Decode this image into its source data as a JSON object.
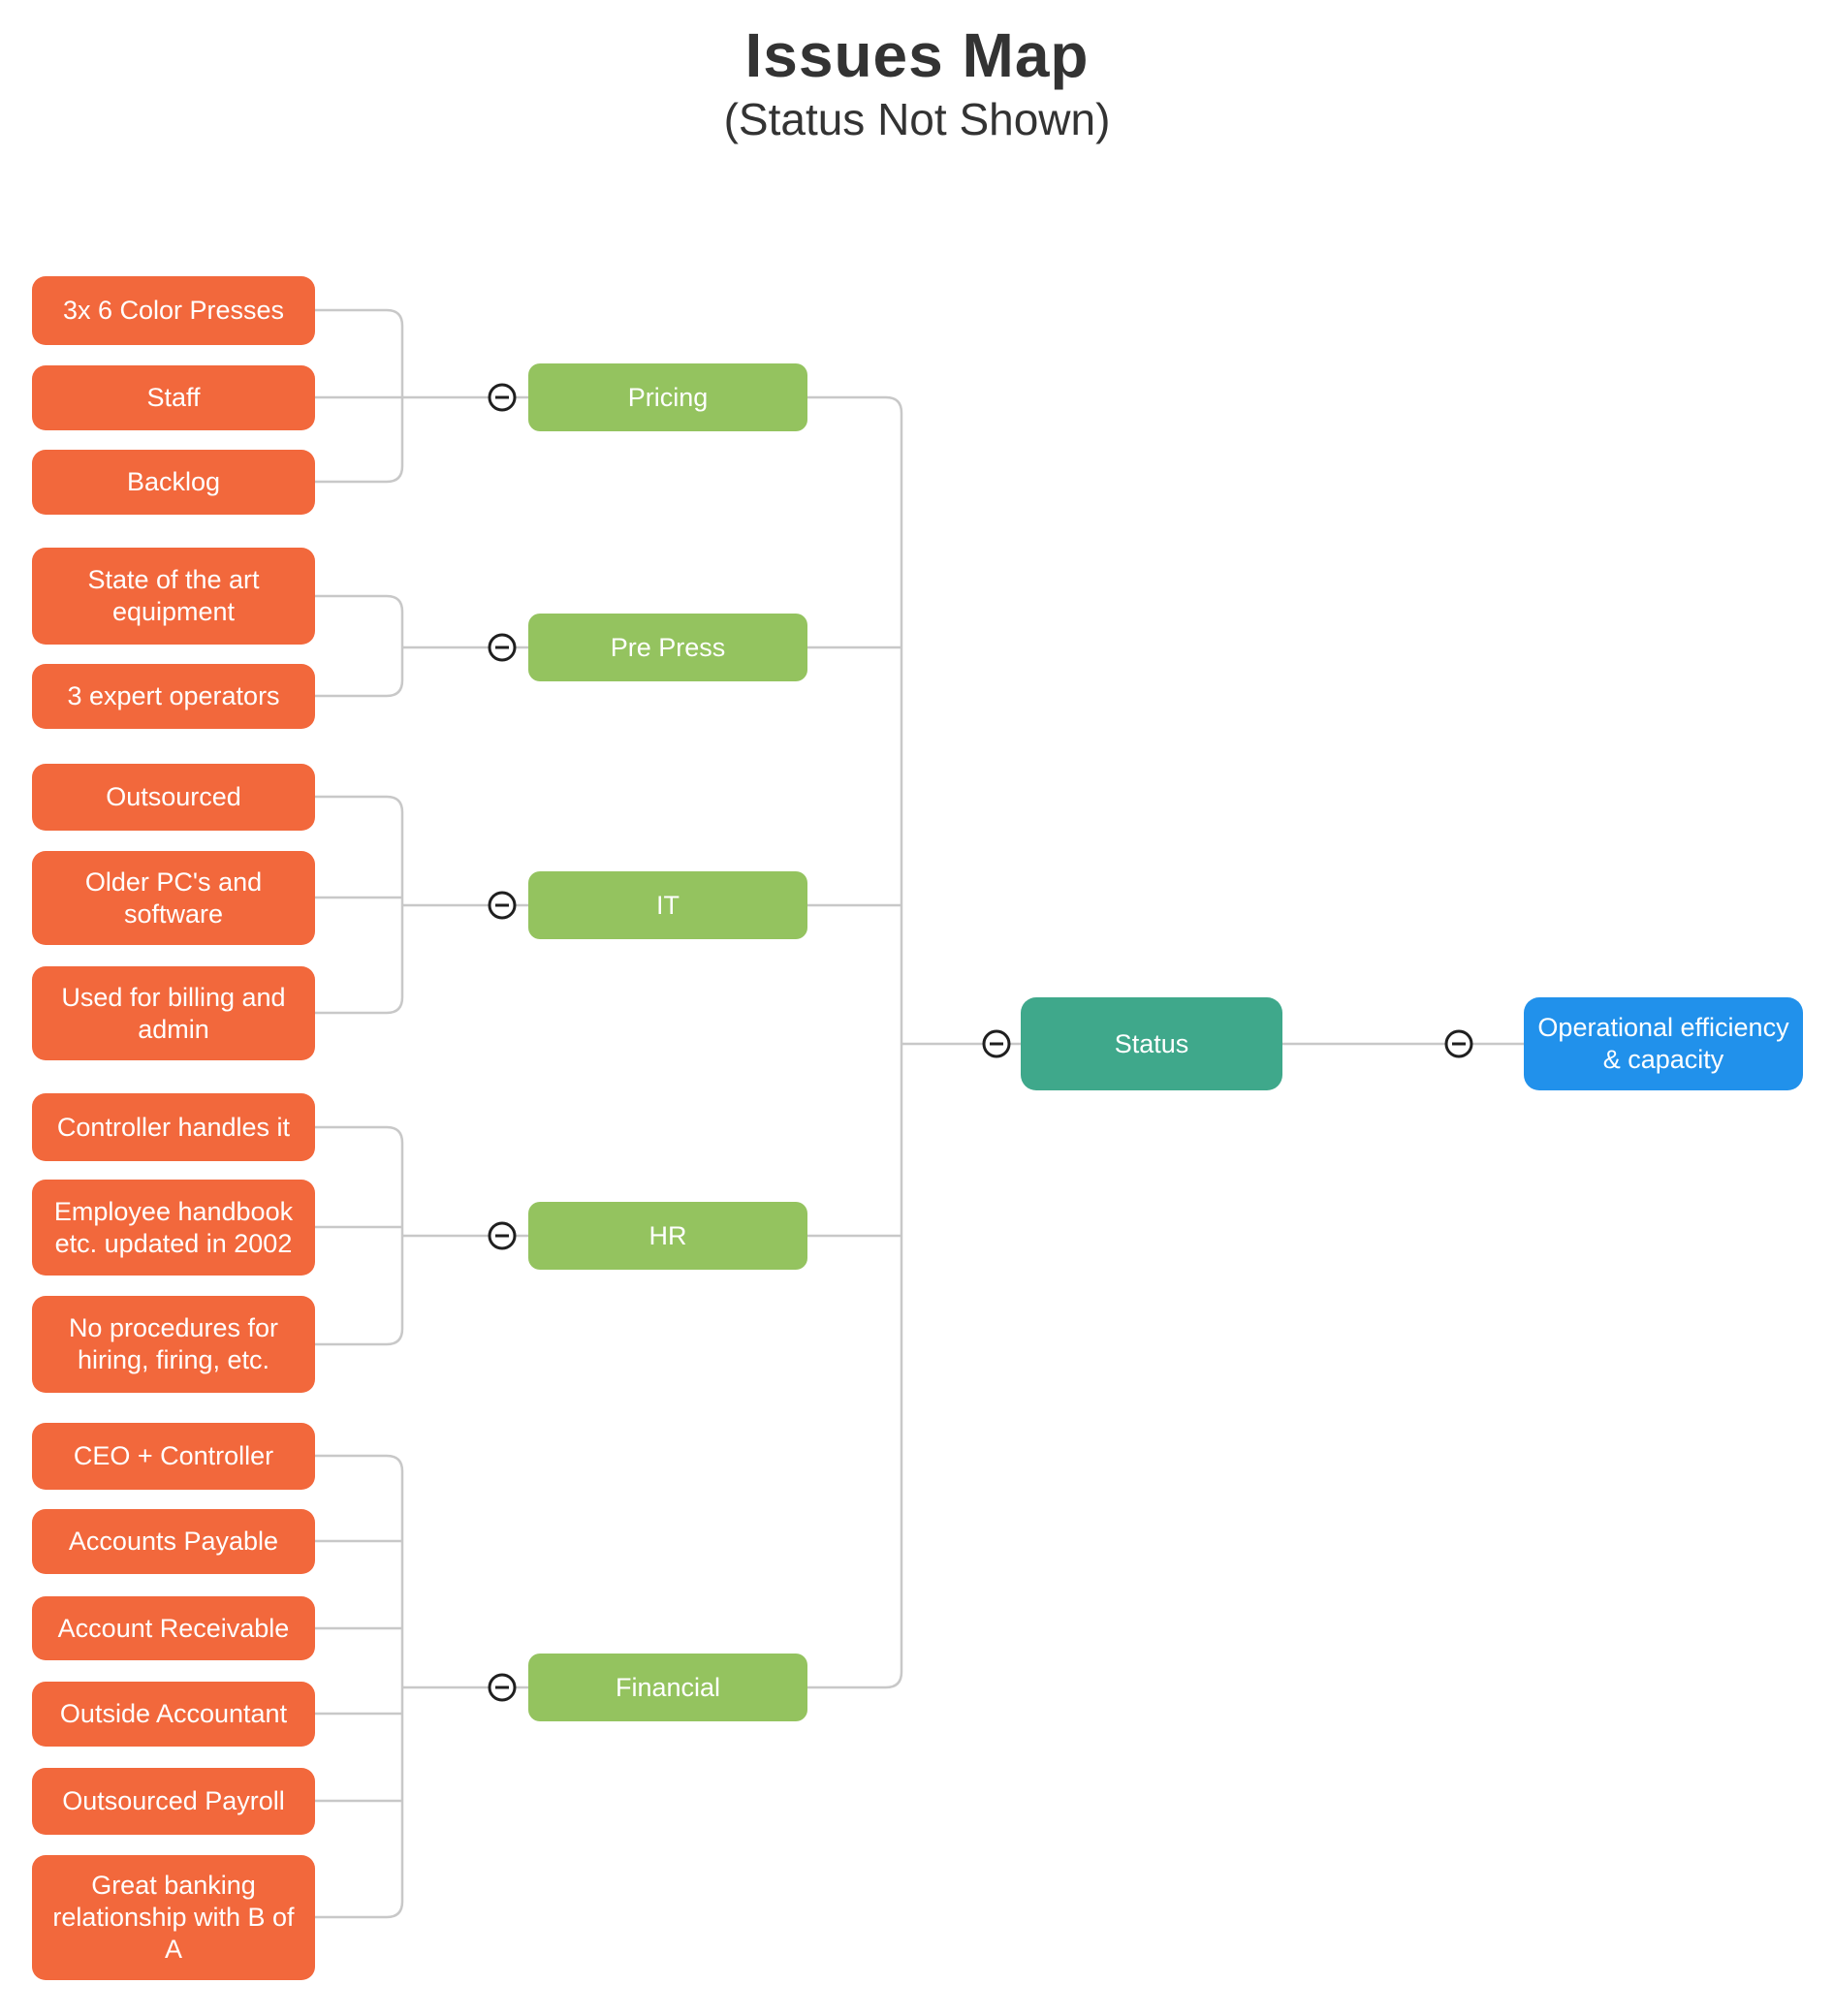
{
  "title": {
    "main": "Issues Map",
    "subtitle": "(Status Not Shown)"
  },
  "root": {
    "label": "Operational efficiency & capacity"
  },
  "hub": {
    "label": "Status"
  },
  "branches": [
    {
      "label": "Pricing",
      "children": [
        "3x 6 Color Presses",
        "Staff",
        "Backlog"
      ]
    },
    {
      "label": "Pre Press",
      "children": [
        "State of the art equipment",
        "3 expert operators"
      ]
    },
    {
      "label": "IT",
      "children": [
        "Outsourced",
        "Older PC's and software",
        "Used for billing and admin"
      ]
    },
    {
      "label": "HR",
      "children": [
        "Controller handles it",
        "Employee handbook etc. updated in 2002",
        "No procedures for hiring, firing, etc."
      ]
    },
    {
      "label": "Financial",
      "children": [
        "CEO + Controller",
        "Accounts Payable",
        "Account Receivable",
        "Outside Accountant",
        "Outsourced Payroll",
        "Great banking relationship with B of A"
      ]
    }
  ],
  "icons": {
    "collapse": "minus-circle"
  },
  "colors": {
    "leaf": "#F2683C",
    "branch": "#94C35F",
    "hub": "#3FA88B",
    "root": "#2191EB",
    "connector": "#C8C8C8",
    "icon": "#1F1F1F",
    "title": "#333333"
  }
}
